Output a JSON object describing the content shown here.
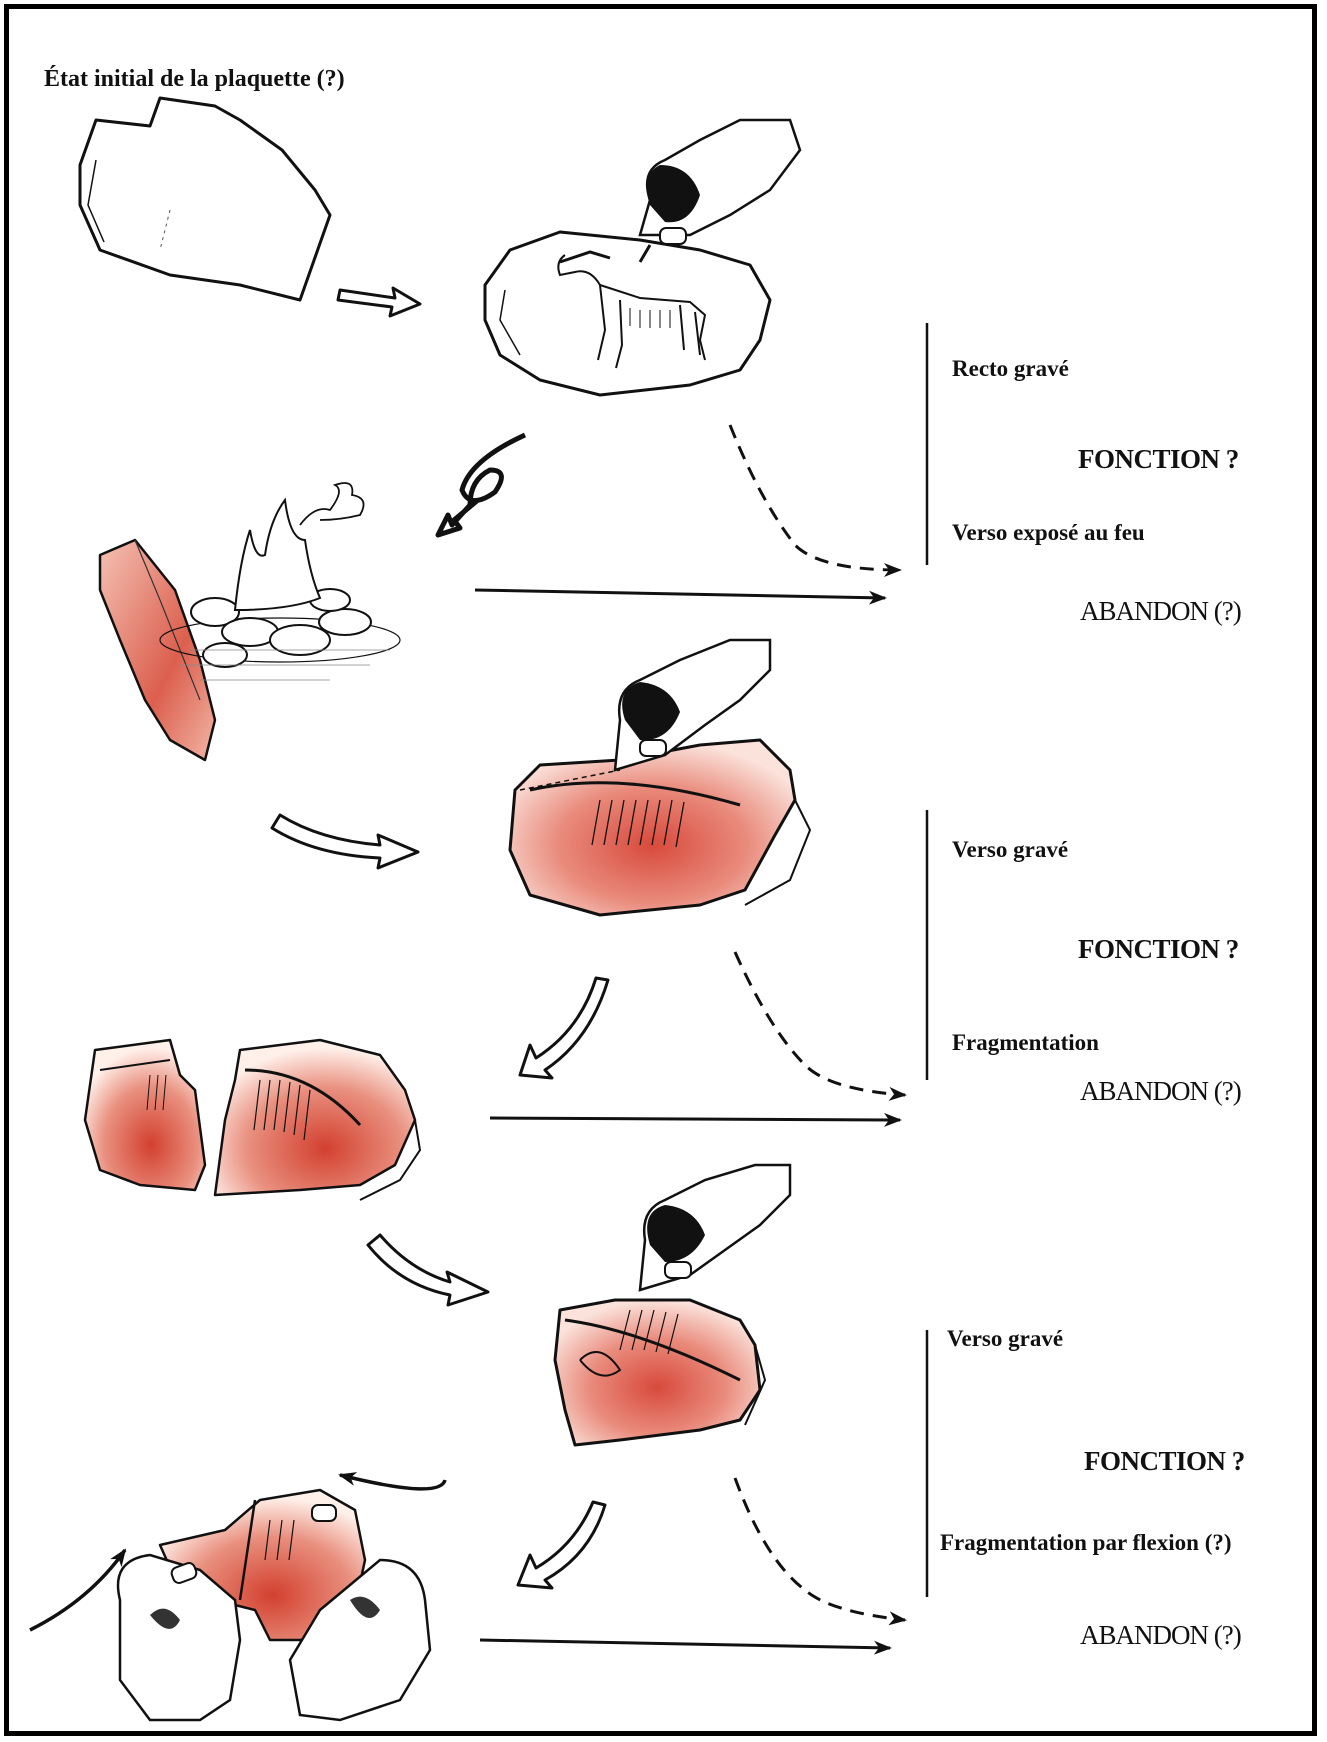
{
  "title": "État initial de la plaquette (?)",
  "stages": [
    {
      "label_top": "Recto gravé",
      "function": "FONCTION ?",
      "label_bottom": "Verso exposé au feu",
      "outcome": "ABANDON (?)"
    },
    {
      "label_top": "Verso gravé",
      "function": "FONCTION ?",
      "label_bottom": "Fragmentation",
      "outcome": "ABANDON (?)"
    },
    {
      "label_top": "Verso gravé",
      "function": "FONCTION ?",
      "label_bottom": "Fragmentation par flexion (?)",
      "outcome": "ABANDON (?)"
    }
  ],
  "colors": {
    "ochre": "#d9534a",
    "ochre_light": "#f1b7a8",
    "ink": "#111111"
  }
}
